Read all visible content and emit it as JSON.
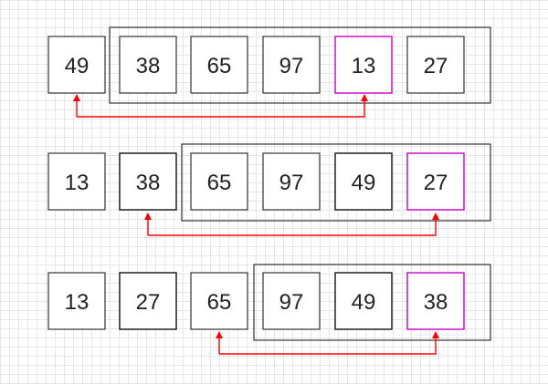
{
  "steps": [
    {
      "values": [
        "49",
        "38",
        "65",
        "97",
        "13",
        "27"
      ]
    },
    {
      "values": [
        "13",
        "38",
        "65",
        "97",
        "49",
        "27"
      ]
    },
    {
      "values": [
        "13",
        "27",
        "65",
        "97",
        "49",
        "38"
      ]
    }
  ],
  "colors": {
    "box": "#333333",
    "highlight": "#cc00cc",
    "arrow": "#ff0000",
    "grid": "#e6e6e6"
  }
}
